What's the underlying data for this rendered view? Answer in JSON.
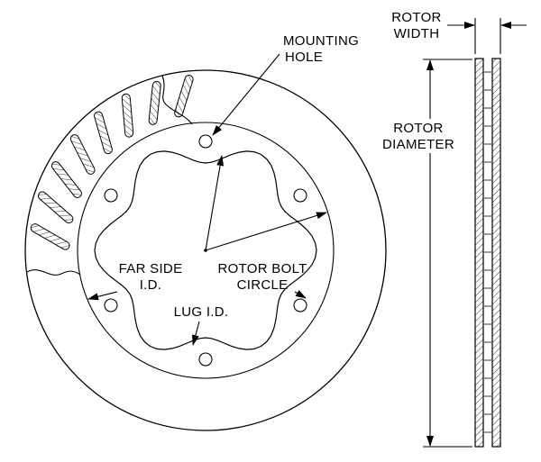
{
  "colors": {
    "line": "#000000",
    "background": "#ffffff",
    "text": "#000000"
  },
  "front_view": {
    "mounting_hole_label": {
      "line1": "MOUNTING",
      "line2": "HOLE"
    },
    "far_side_id_label": {
      "line1": "FAR SIDE",
      "line2": "I.D."
    },
    "rotor_bolt_circle_label": {
      "line1": "ROTOR BOLT",
      "line2": "CIRCLE"
    },
    "lug_id_label": {
      "line1": "LUG I.D."
    }
  },
  "side_view": {
    "rotor_width_label": {
      "line1": "ROTOR",
      "line2": "WIDTH"
    },
    "rotor_diameter_label": {
      "line1": "ROTOR",
      "line2": "DIAMETER"
    }
  }
}
